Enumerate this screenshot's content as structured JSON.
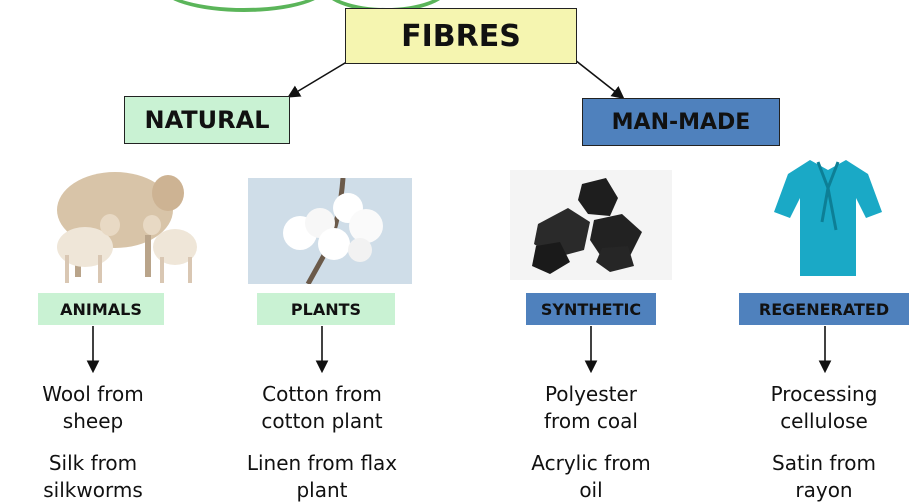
{
  "title": "FIBRES",
  "categories": {
    "natural": "NATURAL",
    "man_made": "MAN-MADE"
  },
  "types": [
    {
      "label": "ANIMALS",
      "examples": [
        [
          "Wool from",
          "sheep"
        ],
        [
          "Silk from",
          "silkworms"
        ]
      ]
    },
    {
      "label": "PLANTS",
      "examples": [
        [
          "Cotton from",
          "cotton plant"
        ],
        [
          "Linen from flax",
          "plant"
        ]
      ]
    },
    {
      "label": "SYNTHETIC",
      "examples": [
        [
          "Polyester",
          "from coal"
        ],
        [
          "Acrylic from",
          "oil"
        ]
      ]
    },
    {
      "label": "REGENERATED",
      "examples": [
        [
          "Processing",
          "cellulose"
        ],
        [
          "Satin from",
          "rayon"
        ]
      ]
    }
  ],
  "images": [
    "sheep-photo",
    "cotton-photo",
    "coal-photo",
    "satin-blouse-photo"
  ],
  "colors": {
    "title_bg": "#f5f5b0",
    "natural_bg": "#c9f2d3",
    "man_made_bg": "#4f81bd",
    "decor_arc": "#5bb55a"
  }
}
